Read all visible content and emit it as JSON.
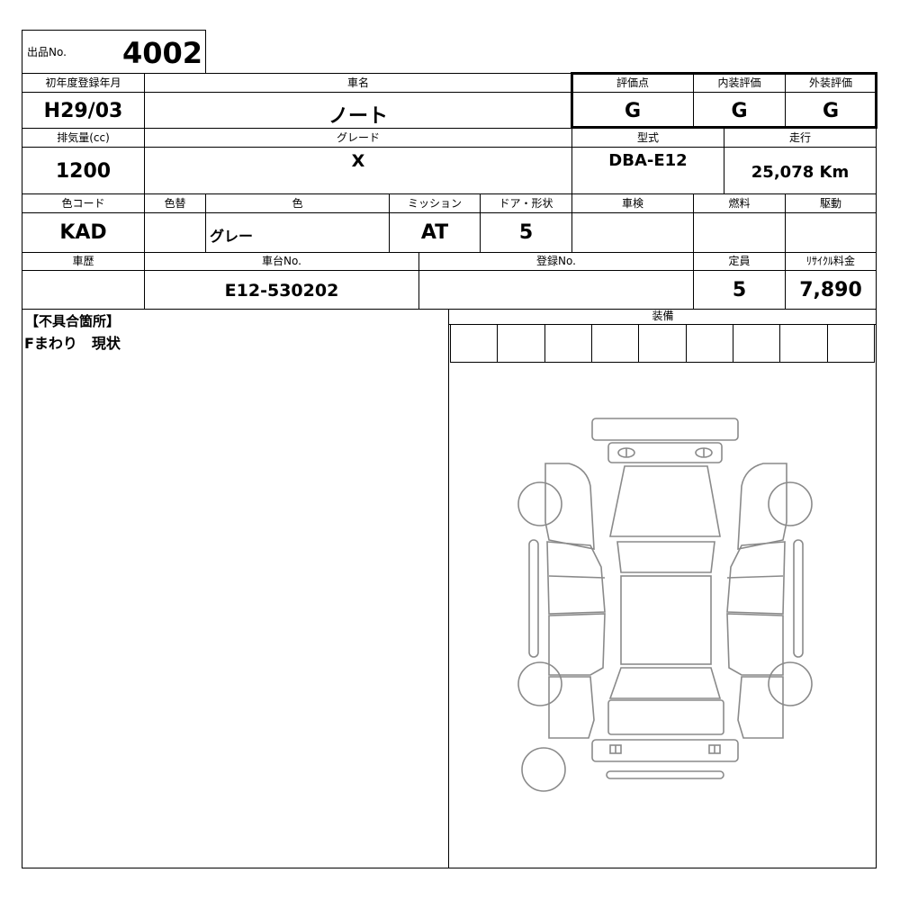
{
  "header": {
    "lot_label": "出品No.",
    "lot_number": "4002"
  },
  "row1": {
    "first_reg_label": "初年度登録年月",
    "first_reg_value": "H29/03",
    "car_name_label": "車名",
    "car_name_value": "ノート",
    "score_label": "評価点",
    "score_value": "G",
    "interior_label": "内装評価",
    "interior_value": "G",
    "exterior_label": "外装評価",
    "exterior_value": "G"
  },
  "row2": {
    "displacement_label": "排気量(cc)",
    "displacement_value": "1200",
    "grade_label": "グレード",
    "grade_value": "X",
    "model_label": "型式",
    "model_value": "DBA-E12",
    "mileage_label": "走行",
    "mileage_value": "25,078 Km"
  },
  "row3": {
    "color_code_label": "色コード",
    "color_code_value": "KAD",
    "color_change_label": "色替",
    "color_change_value": "",
    "color_label": "色",
    "color_value": "グレー",
    "mission_label": "ミッション",
    "mission_value": "AT",
    "door_label": "ドア・形状",
    "door_value": "5",
    "inspection_label": "車検",
    "inspection_value": "",
    "fuel_label": "燃料",
    "fuel_value": "",
    "drive_label": "駆動",
    "drive_value": ""
  },
  "row4": {
    "history_label": "車歴",
    "history_value": "",
    "chassis_label": "車台No.",
    "chassis_value": "E12-530202",
    "registration_label": "登録No.",
    "registration_value": "",
    "capacity_label": "定員",
    "capacity_value": "5",
    "recycle_label": "ﾘｻｲｸﾙ料金",
    "recycle_value": "7,890"
  },
  "defects": {
    "heading": "【不具合箇所】",
    "note": "Fまわり　現状"
  },
  "equipment": {
    "label": "装備",
    "slots": [
      "",
      "",
      "",
      "",
      "",
      "",
      "",
      "",
      ""
    ]
  },
  "diagram": {
    "icon": "car-body-diagram-icon"
  }
}
